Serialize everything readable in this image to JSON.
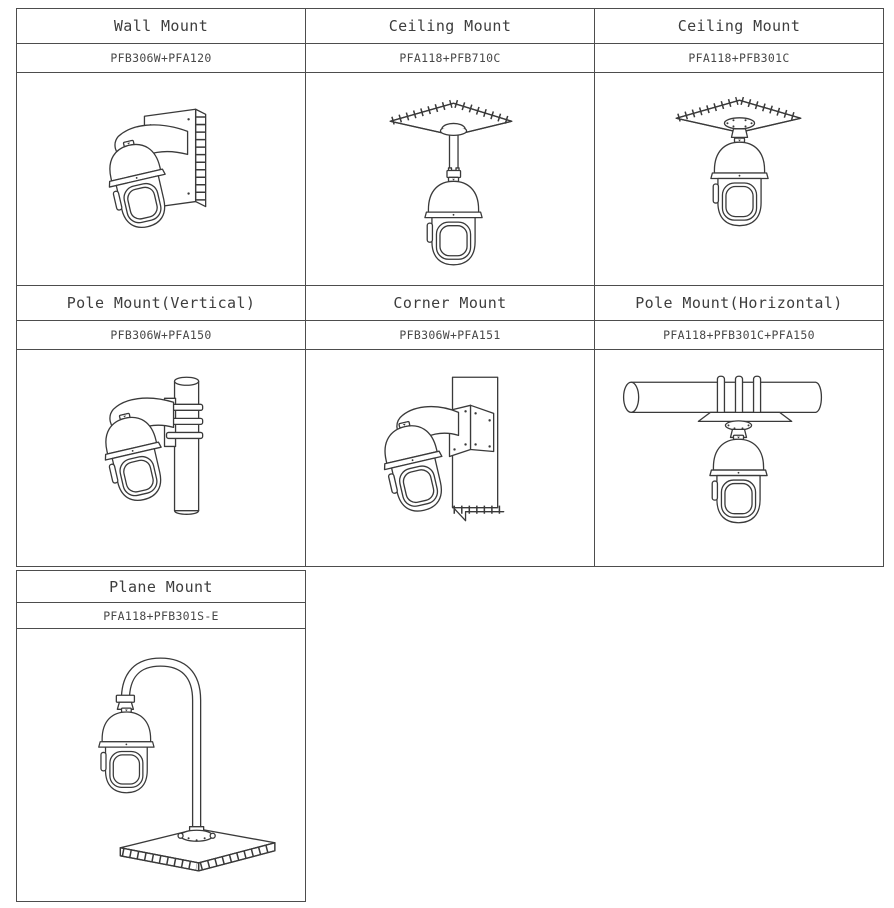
{
  "page": {
    "background": "#ffffff",
    "line_color": "#3a3a3a",
    "border_color": "#4d4d4d",
    "text_color": "#3d3d3d"
  },
  "table": {
    "cells": [
      {
        "title": "Wall Mount",
        "model": "PFB306W+PFA120",
        "illustration": "wall-mount-camera-drawing"
      },
      {
        "title": "Ceiling Mount",
        "model": "PFA118+PFB710C",
        "illustration": "ceiling-pole-mount-camera-drawing"
      },
      {
        "title": "Ceiling Mount",
        "model": "PFA118+PFB301C",
        "illustration": "ceiling-direct-mount-camera-drawing"
      },
      {
        "title": "Pole Mount(Vertical)",
        "model": "PFB306W+PFA150",
        "illustration": "vertical-pole-mount-camera-drawing"
      },
      {
        "title": "Corner Mount",
        "model": "PFB306W+PFA151",
        "illustration": "corner-mount-camera-drawing"
      },
      {
        "title": "Pole Mount(Horizontal)",
        "model": "PFA118+PFB301C+PFA150",
        "illustration": "horizontal-pole-mount-camera-drawing"
      },
      {
        "title": "Plane Mount",
        "model": "PFA118+PFB301S-E",
        "illustration": "plane-mount-camera-drawing"
      }
    ]
  }
}
